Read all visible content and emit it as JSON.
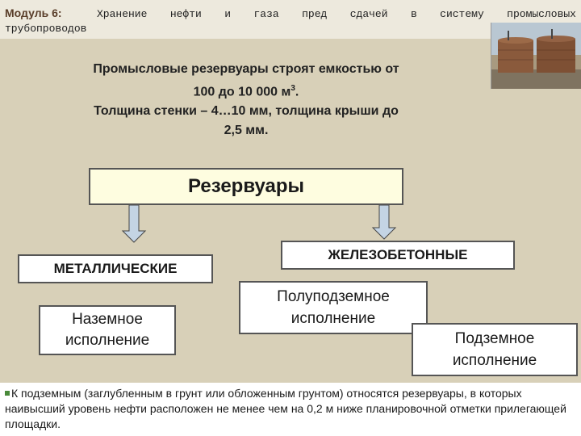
{
  "header": {
    "module_label": "Модуль 6:",
    "line1_words": [
      "Хранение",
      "нефти",
      "и",
      "газа",
      "пред",
      "сдачей",
      "в",
      "систему",
      "промысловых"
    ],
    "line2": "трубопроводов"
  },
  "intro": {
    "line1": "Промысловые резервуары строят емкостью от",
    "line2": "100 до 10 000 м",
    "line2_sup": "3",
    "line2_end": ".",
    "line3": "Толщина стенки – 4…10 мм, толщина крыши до",
    "line4": "2,5 мм."
  },
  "diagram": {
    "root": "Резервуары",
    "metal": "МЕТАЛЛИЧЕСКИЕ",
    "reinforced": "ЖЕЛЕЗОБЕТОННЫЕ",
    "ground": [
      "Наземное",
      "исполнение"
    ],
    "semi": [
      "Полуподземное",
      "исполнение"
    ],
    "under": [
      "Подземное",
      "исполнение"
    ]
  },
  "footer": {
    "text": "К подземным (заглубленным в грунт или обложенным грунтом) относятся резервуары, в которых наивысший уровень нефти расположен не менее чем на 0,2 м ниже планировочной отметки прилегающей площадки."
  },
  "colors": {
    "background": "#d8d0b8",
    "root_box": "#fefde0",
    "arrow_fill": "#c4d4e4"
  }
}
